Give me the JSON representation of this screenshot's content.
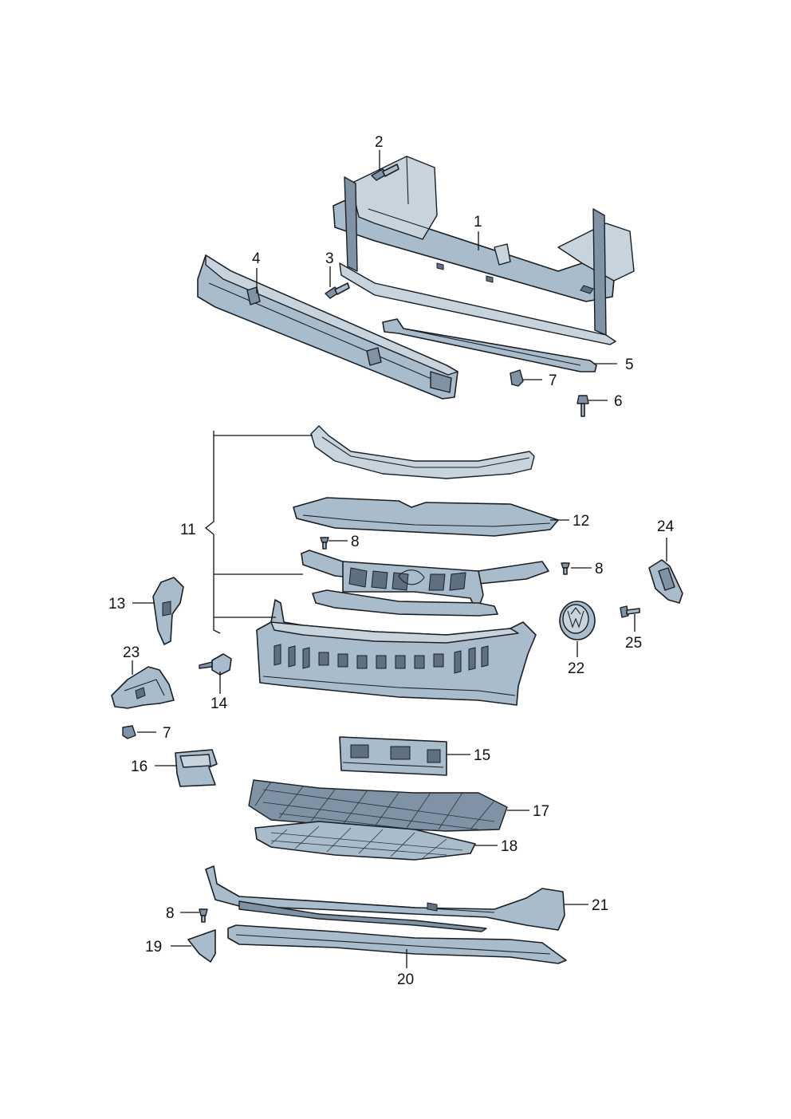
{
  "diagram": {
    "labels": {
      "l1": "1",
      "l2": "2",
      "l3": "3",
      "l4": "4",
      "l5": "5",
      "l6": "6",
      "l7a": "7",
      "l7b": "7",
      "l8a": "8",
      "l8b": "8",
      "l8c": "8",
      "l11": "11",
      "l12": "12",
      "l13": "13",
      "l14": "14",
      "l15": "15",
      "l16": "16",
      "l17": "17",
      "l18": "18",
      "l19": "19",
      "l20": "20",
      "l21": "21",
      "l22": "22",
      "l23": "23",
      "l24": "24",
      "l25": "25"
    },
    "colors": {
      "part_fill": "#a9bccb",
      "part_light": "#c7d4de",
      "part_dark": "#7f93a5",
      "outline": "#1a1f26",
      "background": "#ffffff"
    }
  }
}
